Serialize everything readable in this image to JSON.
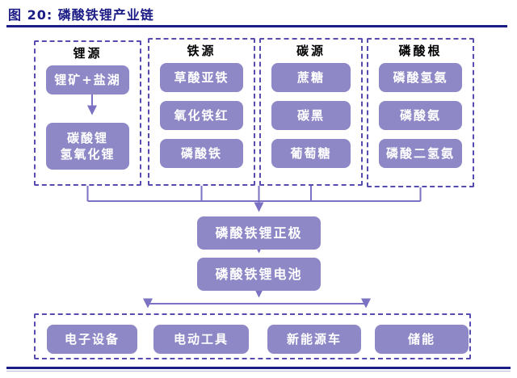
{
  "title": "图 20: 磷酸铁锂产业链",
  "colors": {
    "navy": "#1c1c86",
    "box_fill": "#8e88c7",
    "box_text": "#ffffff",
    "dash": "#564cb0",
    "connector": "#7b72c4"
  },
  "diagram": {
    "upstream_columns": [
      {
        "header": "锂源",
        "boxes": [
          {
            "lines": [
              "锂矿+盐湖"
            ]
          },
          {
            "lines": [
              "碳酸锂",
              "氢氧化锂"
            ]
          }
        ]
      },
      {
        "header": "铁源",
        "boxes": [
          {
            "lines": [
              "草酸亚铁"
            ]
          },
          {
            "lines": [
              "氧化铁红"
            ]
          },
          {
            "lines": [
              "磷酸铁"
            ]
          }
        ]
      },
      {
        "header": "碳源",
        "boxes": [
          {
            "lines": [
              "蔗糖"
            ]
          },
          {
            "lines": [
              "碳黑"
            ]
          },
          {
            "lines": [
              "葡萄糖"
            ]
          }
        ]
      },
      {
        "header": "磷酸根",
        "boxes": [
          {
            "lines": [
              "磷酸氢氨"
            ]
          },
          {
            "lines": [
              "磷酸氨"
            ]
          },
          {
            "lines": [
              "磷酸二氢氨"
            ]
          }
        ]
      }
    ],
    "midstream": {
      "cathode": "磷酸铁锂正极",
      "battery": "磷酸铁锂电池"
    },
    "applications": [
      "电子设备",
      "电动工具",
      "新能源车",
      "储能"
    ]
  }
}
